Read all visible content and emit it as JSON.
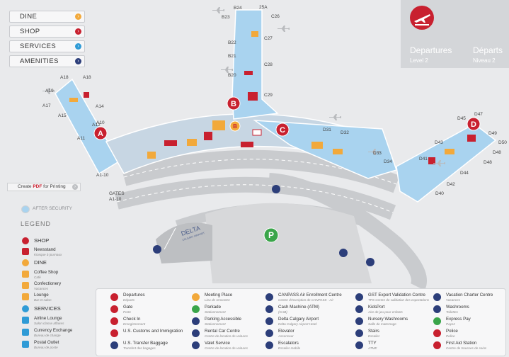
{
  "nav_buttons": [
    {
      "label": "DINE",
      "color": "#f2a93b",
      "icon": "chevron-right-icon"
    },
    {
      "label": "SHOP",
      "color": "#c8202f",
      "icon": "chevron-right-icon"
    },
    {
      "label": "SERVICES",
      "color": "#2f9bd6",
      "icon": "chevron-right-icon"
    },
    {
      "label": "AMENITIES",
      "color": "#2c3e7a",
      "icon": "chevron-right-icon"
    }
  ],
  "header": {
    "title_en": "Departures",
    "title_fr": "Départs",
    "level_en": "Level 2",
    "level_fr": "Niveau 2",
    "accent": "#c8202f",
    "icon": "departing-plane-icon"
  },
  "pdf": {
    "prefix": "Create ",
    "pdf": "PDF",
    "suffix": " for Printing"
  },
  "after_security": "AFTER SECURITY",
  "legend": {
    "title": "LEGEND",
    "sections": [
      {
        "label": "SHOP",
        "color": "#c8202f"
      },
      {
        "label": "DINE",
        "color": "#f2a93b"
      },
      {
        "label": "SERVICES",
        "color": "#2f9bd6"
      }
    ],
    "items": [
      {
        "en": "Newsstand",
        "fr": "Kiosque à journaux",
        "color": "#c8202f",
        "icon": "newspaper-icon"
      },
      {
        "en": "Coffee Shop",
        "fr": "Café",
        "color": "#f2a93b",
        "icon": "coffee-icon"
      },
      {
        "en": "Confectionery",
        "fr": "Vacances",
        "color": "#f2a93b",
        "icon": "candy-icon"
      },
      {
        "en": "Lounge",
        "fr": "Bar et salon",
        "color": "#f2a93b",
        "icon": "lounge-icon"
      },
      {
        "en": "Airline Lounge",
        "fr": "Salon classe affaires",
        "color": "#2f9bd6",
        "icon": "airline-lounge-icon"
      },
      {
        "en": "Currency Exchange",
        "fr": "Bureau de change",
        "color": "#2f9bd6",
        "icon": "currency-icon"
      },
      {
        "en": "Postal Outlet",
        "fr": "Bureau de poste",
        "color": "#2f9bd6",
        "icon": "mail-icon"
      }
    ]
  },
  "legend2": [
    {
      "en": "Departures",
      "fr": "Départs",
      "color": "#c8202f",
      "icon": "departures-icon"
    },
    {
      "en": "Gate",
      "fr": "Porte",
      "color": "#c8202f",
      "icon": "gate-icon"
    },
    {
      "en": "Check In",
      "fr": "Enregistrement",
      "color": "#c8202f",
      "icon": "check-in-icon"
    },
    {
      "en": "U.S. Customs and Immigration",
      "fr": "",
      "color": "#c8202f",
      "icon": "us-flag-icon"
    },
    {
      "en": "U.S. Transfer Baggage",
      "fr": "Transfert des bagages",
      "color": "#2c3e7a",
      "icon": "us-baggage-icon"
    },
    {
      "en": "Meeting Place",
      "fr": "Lieu de rencontre",
      "color": "#f2a93b",
      "icon": "meeting-place-icon"
    },
    {
      "en": "Parkade",
      "fr": "Stationnement",
      "color": "#3aa54a",
      "icon": "parkade-icon"
    },
    {
      "en": "Parking Accessible",
      "fr": "Stationnement",
      "color": "#2c3e7a",
      "icon": "parking-accessible-icon"
    },
    {
      "en": "Rental Car Centre",
      "fr": "Centre de location de voitures",
      "color": "#2c3e7a",
      "icon": "rental-car-icon"
    },
    {
      "en": "Valet Service",
      "fr": "Centre de location de voitures",
      "color": "#2c3e7a",
      "icon": "valet-icon"
    },
    {
      "en": "CANPASS Air Enrollment Centre",
      "fr": "Centre d'inscription de CANPASS - Air",
      "color": "#2c3e7a",
      "icon": "canpass-icon"
    },
    {
      "en": "Cash Machine (ATM)",
      "fr": "(GAB)",
      "color": "#2c3e7a",
      "icon": "atm-icon"
    },
    {
      "en": "Delta Calgary Airport",
      "fr": "Delta Calgary Airport Hotel",
      "color": "#2c3e7a",
      "icon": "hotel-icon"
    },
    {
      "en": "Elevator",
      "fr": "Ascenseur",
      "color": "#2c3e7a",
      "icon": "elevator-icon"
    },
    {
      "en": "Escalators",
      "fr": "Escalier mobile",
      "color": "#2c3e7a",
      "icon": "escalator-icon"
    },
    {
      "en": "GST Export Validation Centre",
      "fr": "TPS Centre de validation des exportations",
      "color": "#2c3e7a",
      "icon": "gst-icon"
    },
    {
      "en": "KidsPort",
      "fr": "Aire de jeu pour enfants",
      "color": "#2c3e7a",
      "icon": "kidsport-icon"
    },
    {
      "en": "Nursery Washrooms",
      "fr": "Salle de maternage",
      "color": "#2c3e7a",
      "icon": "nursery-icon"
    },
    {
      "en": "Stairs",
      "fr": "Escalier",
      "color": "#2c3e7a",
      "icon": "stairs-icon"
    },
    {
      "en": "TTY",
      "fr": "ATME",
      "color": "#2c3e7a",
      "icon": "tty-icon"
    },
    {
      "en": "Vacation Charter Centre",
      "fr": "Vacances",
      "color": "#2c3e7a",
      "icon": "tour-icon"
    },
    {
      "en": "Washrooms",
      "fr": "Toilettes",
      "color": "#2c3e7a",
      "icon": "washroom-icon"
    },
    {
      "en": "Express Pay",
      "fr": "Payez",
      "color": "#3aa54a",
      "icon": "express-pay-icon"
    },
    {
      "en": "Police",
      "fr": "Police",
      "color": "#c8202f",
      "icon": "police-icon"
    },
    {
      "en": "First Aid Station",
      "fr": "Centre de trousses de soins",
      "color": "#c8202f",
      "icon": "first-aid-icon"
    }
  ],
  "concourse_pins": [
    "A",
    "B",
    "C",
    "D"
  ],
  "meeting_pin": "B",
  "parkade_pin": "P",
  "delta_logo": {
    "name": "DELTA",
    "sub": "CALGARY AIRPORT"
  },
  "gates": [
    "A10",
    "A11",
    "A12",
    "A14",
    "A15",
    "A17",
    "A18",
    "A18",
    "A19",
    "A1-10",
    "GATES A1-10",
    "B20",
    "B21",
    "B22",
    "B23",
    "B24",
    "25A",
    "C26",
    "C27",
    "C28",
    "C29",
    "D31",
    "D32",
    "D33",
    "D34",
    "D40",
    "D41",
    "D42",
    "D43",
    "D44",
    "D45",
    "D47",
    "D48",
    "D48",
    "D49",
    "D50"
  ],
  "colors": {
    "after_security": "#a9d3ef",
    "shop": "#c8202f",
    "dine": "#f2a93b",
    "services": "#2f9bd6",
    "road": "#c9cbce"
  }
}
